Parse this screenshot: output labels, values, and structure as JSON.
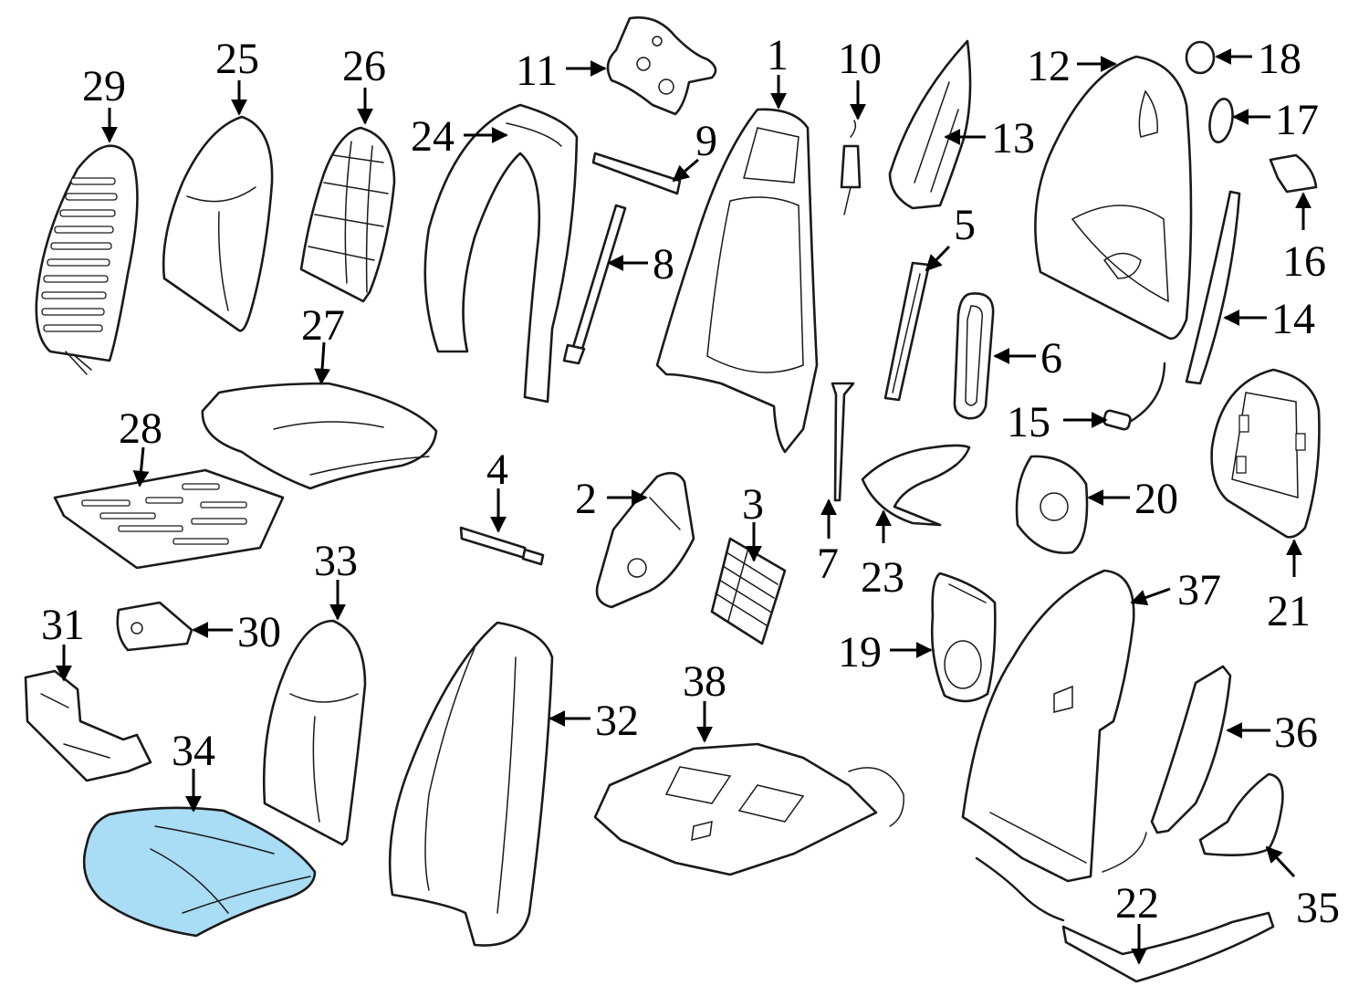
{
  "diagram": {
    "highlight_color": "#a9dcf5",
    "line_color": "#1a1a1a",
    "callouts": {
      "c1": "1",
      "c2": "2",
      "c3": "3",
      "c4": "4",
      "c5": "5",
      "c6": "6",
      "c7": "7",
      "c8": "8",
      "c9": "9",
      "c10": "10",
      "c11": "11",
      "c12": "12",
      "c13": "13",
      "c14": "14",
      "c15": "15",
      "c16": "16",
      "c17": "17",
      "c18": "18",
      "c19": "19",
      "c20": "20",
      "c21": "21",
      "c22": "22",
      "c23": "23",
      "c24": "24",
      "c25": "25",
      "c26": "26",
      "c27": "27",
      "c28": "28",
      "c29": "29",
      "c30": "30",
      "c31": "31",
      "c32": "32",
      "c33": "33",
      "c34": "34",
      "c35": "35",
      "c36": "36",
      "c37": "37",
      "c38": "38"
    },
    "highlighted_part": "34"
  }
}
